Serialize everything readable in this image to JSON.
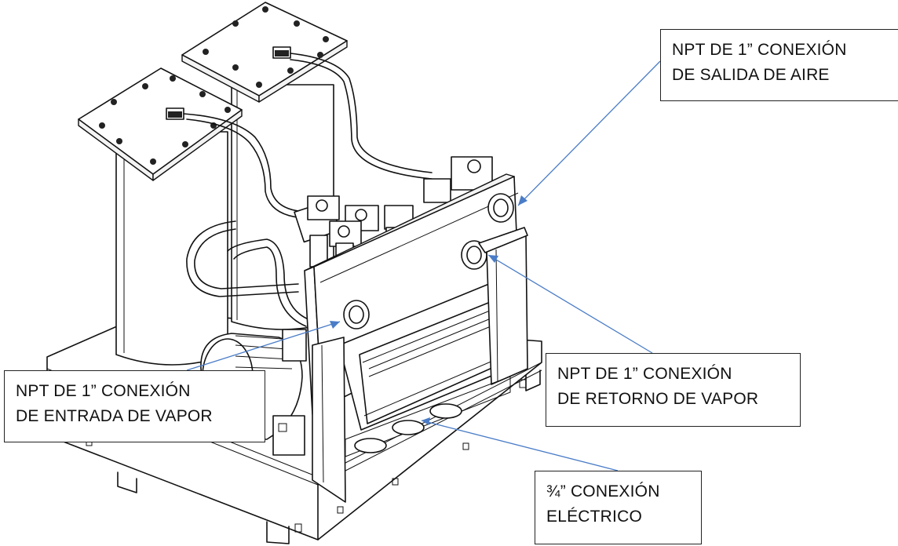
{
  "colors": {
    "leader_line": "#4a7cc7",
    "outline": "#111111",
    "background": "#ffffff"
  },
  "callouts": {
    "air_outlet": {
      "line1": "NPT DE 1” CONEXIÓN",
      "line2": "DE SALIDA DE AIRE"
    },
    "vapor_inlet": {
      "line1": "NPT DE 1” CONEXIÓN",
      "line2": "DE ENTRADA DE VAPOR"
    },
    "vapor_return": {
      "line1": "NPT DE 1” CONEXIÓN",
      "line2": "DE RETORNO DE VAPOR"
    },
    "electrical": {
      "line1": "¾” CONEXIÓN",
      "line2": "ELÉCTRICO"
    }
  }
}
